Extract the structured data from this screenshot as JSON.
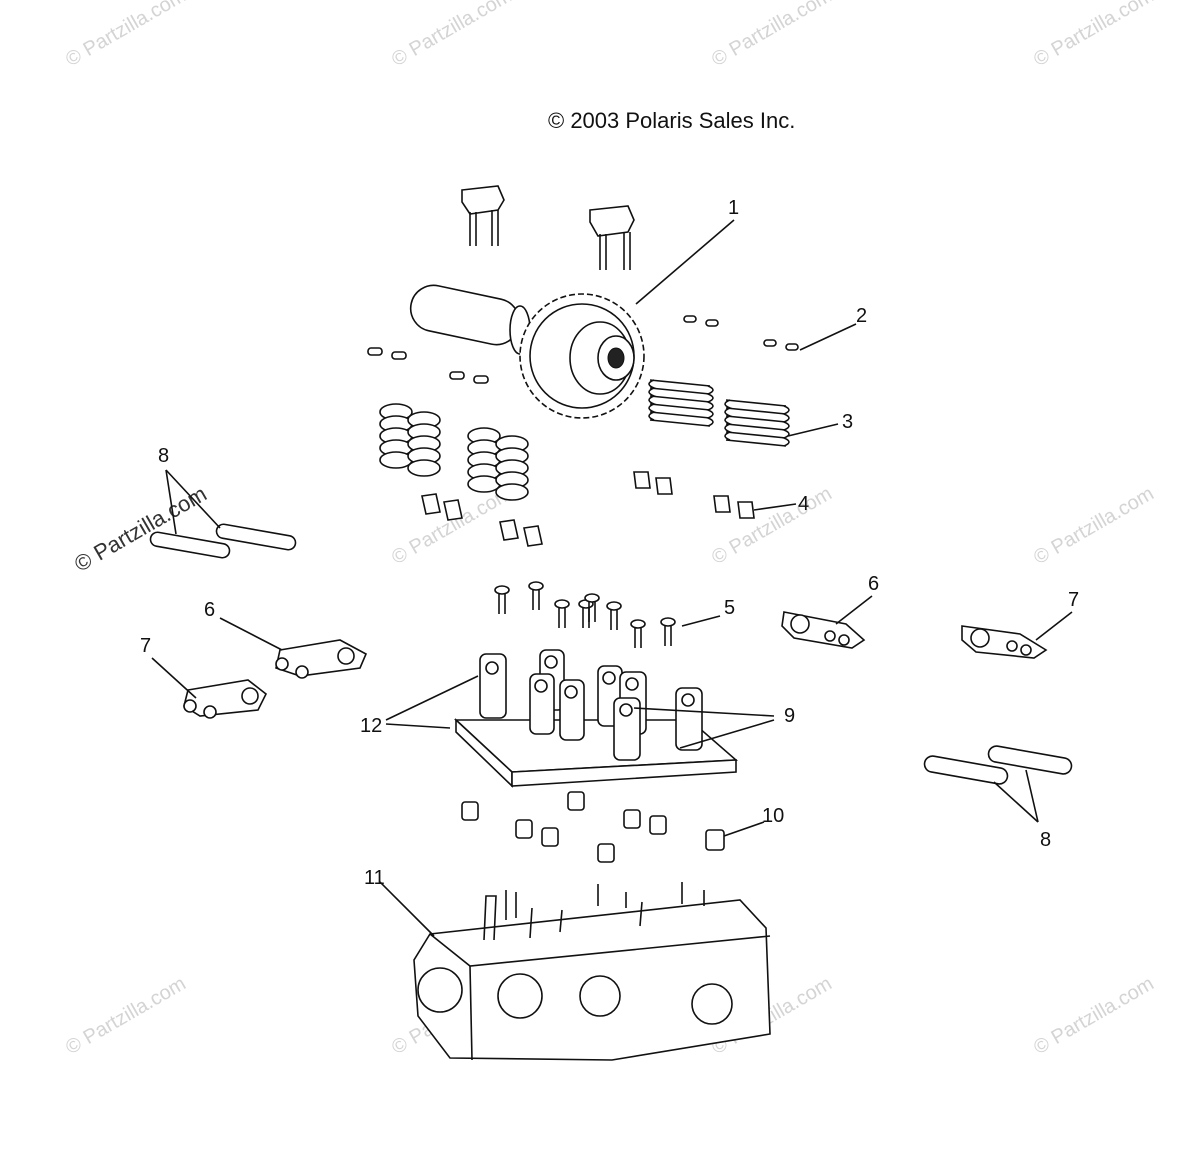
{
  "copyright": "© 2003 Polaris Sales Inc.",
  "watermark": "© Partzilla.com",
  "callouts": {
    "c1": "1",
    "c2": "2",
    "c3": "3",
    "c4": "4",
    "c5": "5",
    "c6_left": "6",
    "c6_right": "6",
    "c7_left": "7",
    "c7_right": "7",
    "c8_left": "8",
    "c8_right": "8",
    "c9": "9",
    "c10": "10",
    "c11": "11",
    "c12": "12"
  }
}
